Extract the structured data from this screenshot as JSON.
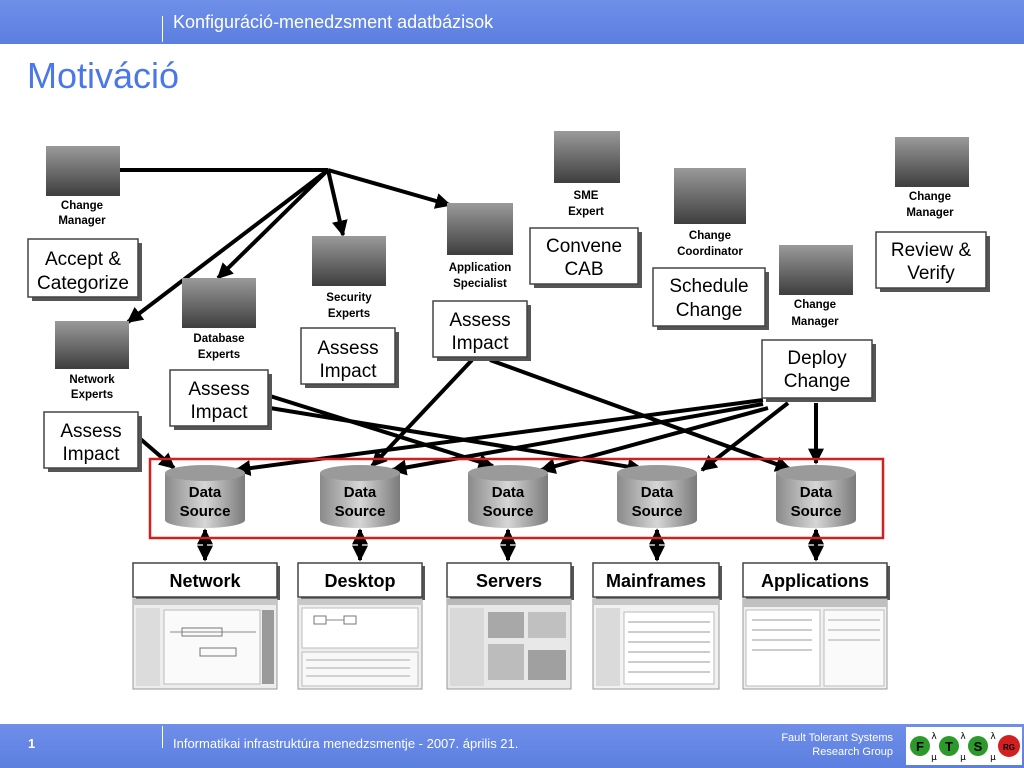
{
  "header": {
    "title": "Konfiguráció-menedzsment adatbázisok"
  },
  "slide": {
    "title": "Motiváció"
  },
  "diagram": {
    "roles": [
      {
        "id": "change-manager-left",
        "lines": [
          "Change",
          "Manager"
        ]
      },
      {
        "id": "network-experts",
        "lines": [
          "Network",
          "Experts"
        ]
      },
      {
        "id": "database-experts",
        "lines": [
          "Database",
          "Experts"
        ]
      },
      {
        "id": "security-experts",
        "lines": [
          "Security",
          "Experts"
        ]
      },
      {
        "id": "application-specialist",
        "lines": [
          "Application",
          "Specialist"
        ]
      },
      {
        "id": "sme-expert",
        "lines": [
          "SME",
          "Expert"
        ]
      },
      {
        "id": "change-coordinator",
        "lines": [
          "Change",
          "Coordinator"
        ]
      },
      {
        "id": "change-manager-deploy",
        "lines": [
          "Change",
          "Manager"
        ]
      },
      {
        "id": "change-manager-right",
        "lines": [
          "Change",
          "Manager"
        ]
      }
    ],
    "tasks": [
      {
        "id": "accept-categorize",
        "lines": [
          "Accept &",
          "Categorize"
        ]
      },
      {
        "id": "assess-network",
        "lines": [
          "Assess",
          "Impact"
        ]
      },
      {
        "id": "assess-database",
        "lines": [
          "Assess",
          "Impact"
        ]
      },
      {
        "id": "assess-security",
        "lines": [
          "Assess",
          "Impact"
        ]
      },
      {
        "id": "assess-application",
        "lines": [
          "Assess",
          "Impact"
        ]
      },
      {
        "id": "convene-cab",
        "lines": [
          "Convene",
          "CAB"
        ]
      },
      {
        "id": "schedule-change",
        "lines": [
          "Schedule",
          "Change"
        ]
      },
      {
        "id": "deploy-change",
        "lines": [
          "Deploy",
          "Change"
        ]
      },
      {
        "id": "review-verify",
        "lines": [
          "Review &",
          "Verify"
        ]
      }
    ],
    "data_sources": [
      {
        "lines": [
          "Data",
          "Source"
        ]
      },
      {
        "lines": [
          "Data",
          "Source"
        ]
      },
      {
        "lines": [
          "Data",
          "Source"
        ]
      },
      {
        "lines": [
          "Data",
          "Source"
        ]
      },
      {
        "lines": [
          "Data",
          "Source"
        ]
      }
    ],
    "platforms": [
      "Network",
      "Desktop",
      "Servers",
      "Mainframes",
      "Applications"
    ],
    "colors": {
      "highlight": "#d22020",
      "accent": "#4b78e8"
    }
  },
  "footer": {
    "page_number": "1",
    "text": "Informatikai infrastruktúra menedzsmentje - 2007. április 21.",
    "org_line1": "Fault Tolerant Systems",
    "org_line2": "Research Group",
    "logo": [
      "F",
      "T",
      "S",
      "RG",
      "λ",
      "μ",
      "λ",
      "μ",
      "λ",
      "μ"
    ]
  }
}
